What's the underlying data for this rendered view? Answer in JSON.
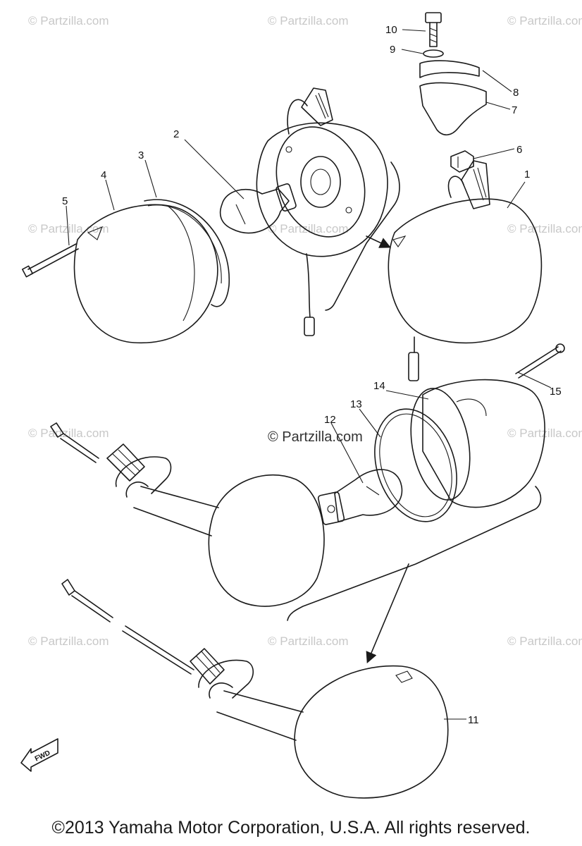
{
  "watermark": "© Partzilla.com",
  "watermark_center": "© Partzilla.com",
  "callouts": [
    "1",
    "2",
    "3",
    "4",
    "5",
    "6",
    "7",
    "8",
    "9",
    "10",
    "11",
    "12",
    "13",
    "14",
    "15"
  ],
  "fwd_label": "FWD",
  "copyright": "©2013 Yamaha Motor Corporation, U.S.A. All rights reserved."
}
